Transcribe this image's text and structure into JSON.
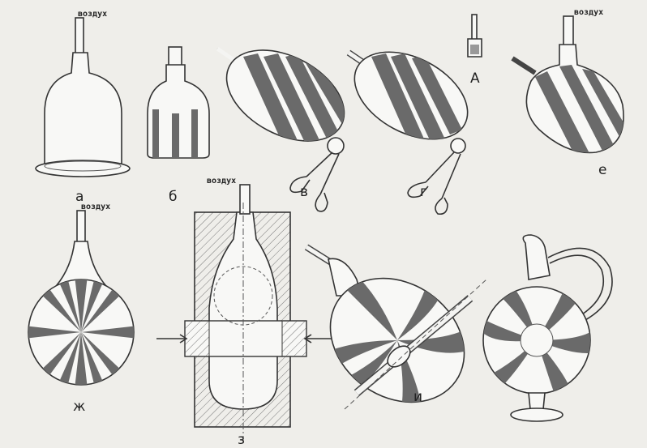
{
  "labels": {
    "a": "а",
    "b": "б",
    "v": "в",
    "g": "г",
    "A": "А",
    "e": "е",
    "zh": "ж",
    "z": "з",
    "i": "и"
  },
  "air_label": "воздух",
  "colors": {
    "background": "#efeeea",
    "ink": "#333333",
    "stripe": "#6a6a6a"
  }
}
